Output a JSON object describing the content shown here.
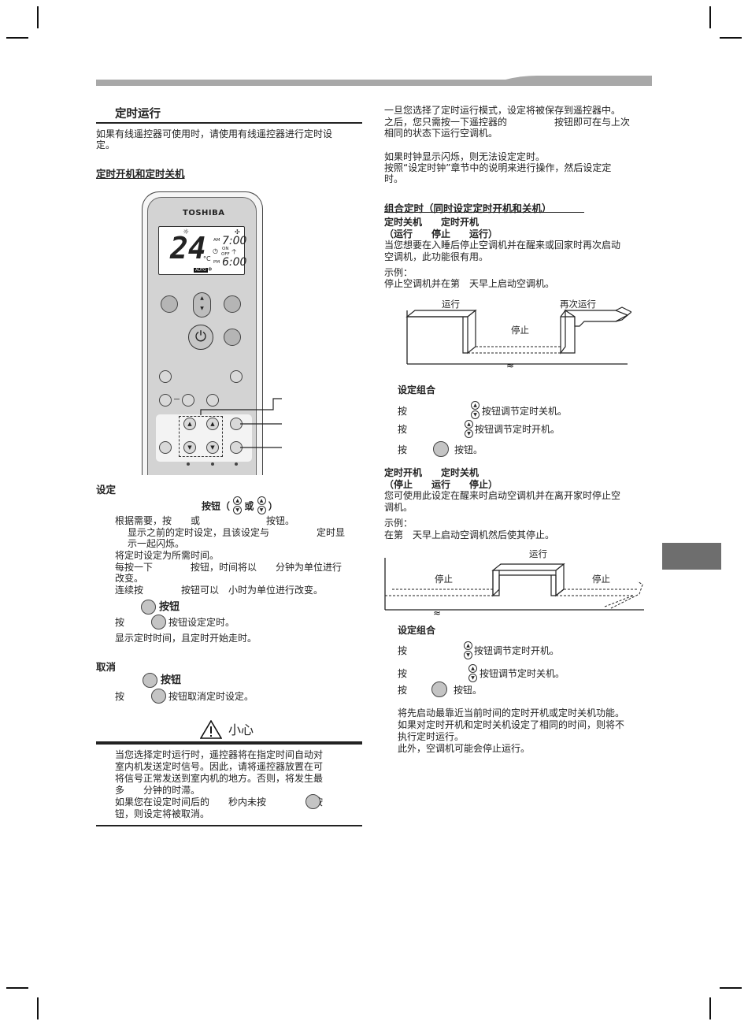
{
  "left": {
    "section_title": "定时运行",
    "intro": [
      "如果有线遥控器可使用时，请使用有线遥控器进行定时设",
      "定。"
    ],
    "sub_title": "定时开机和定时关机",
    "remote": {
      "brand": "TOSHIBA",
      "temperature": "24",
      "unit": "°C",
      "am": "AM",
      "pm": "PM",
      "on": "ON",
      "off": "OFF",
      "time_on": "7:00",
      "time_off": "6:00",
      "auto": "AUTO"
    },
    "setting_heading": "设定",
    "setting_btn_line": "按钮（ ",
    "setting_or": "或",
    "setting_btn_line_end": "）",
    "setting_lines": [
      "根据需要，按　　或　　　　　　　按钮。",
      "显示之前的定时设定，且该设定与　　　　　定时显",
      "示一起闪烁。",
      "将定时设定为所需时间。",
      "每按一下　　　　按钮，时间将以　　分钟为单位进行",
      "改变。",
      "连续按　　　　按钮可以　小时为单位进行改变。"
    ],
    "set_btn_label": "按钮",
    "set_press_a": "按",
    "set_press_b": "按钮设定定时。",
    "set_note": "显示定时时间，且定时开始走时。",
    "cancel_heading": "取消",
    "cancel_btn_label": "按钮",
    "cancel_press_a": "按",
    "cancel_press_b": "按钮取消定时设定。",
    "caution_title": "小心",
    "caution_lines": [
      "当您选择定时运行时，遥控器将在指定时间自动对",
      "室内机发送定时信号。因此，请将遥控器放置在可",
      "将信号正常发送到室内机的地方。否则，将发生最",
      "多　　分钟的时滞。",
      "如果您在设定时间后的　　秒内未按　　　　　按",
      "钮，则设定将被取消。"
    ]
  },
  "right": {
    "top_lines": [
      "一旦您选择了定时运行模式，设定将被保存到遥控器中。",
      "之后，您只需按一下遥控器的　　　　　按钮即可在与上次",
      "相同的状态下运行空调机。"
    ],
    "clock_lines": [
      "如果时钟显示闪烁，则无法设定定时。",
      "按照“设定时钟”章节中的说明来进行操作，然后设定定",
      "时。"
    ],
    "combo_title": "组合定时（同时设定定时开机和关机）",
    "combo1": {
      "heading": "定时关机　　定时开机",
      "sub": "（运行　　停止　　运行）",
      "desc": [
        "当您想要在入睡后停止空调机并在醒来或回家时再次启动",
        "空调机，此功能很有用。"
      ],
      "example_label": "示例：",
      "example": "停止空调机并在第　天早上启动空调机。",
      "diagram": {
        "run": "运行",
        "stop": "停止",
        "run_again": "再次运行"
      },
      "setting_label": "设定组合",
      "steps": [
        "按　　　　　　",
        "按钮调节定时关机。",
        "按　　　　　",
        "按钮调节定时开机。",
        "按",
        "按钮。"
      ]
    },
    "combo2": {
      "heading": "定时开机　　定时关机",
      "sub": "（停止　　运行　　停止）",
      "desc": [
        "您可使用此设定在醒来时启动空调机并在离开家时停止空",
        "调机。"
      ],
      "example_label": "示例：",
      "example": "在第　天早上启动空调机然后使其停止。",
      "diagram": {
        "run": "运行",
        "stop_left": "停止",
        "stop_right": "停止"
      },
      "setting_label": "设定组合",
      "steps": [
        "按",
        "按钮调节定时开机。",
        "按",
        "按钮调节定时关机。",
        "按",
        "按钮。"
      ]
    },
    "final_lines": [
      "将先启动最靠近当前时间的定时开机或定时关机功能。",
      "如果对定时开机和定时关机设定了相同的时间，则将不",
      "执行定时运行。",
      "此外，空调机可能会停止运行。"
    ]
  }
}
